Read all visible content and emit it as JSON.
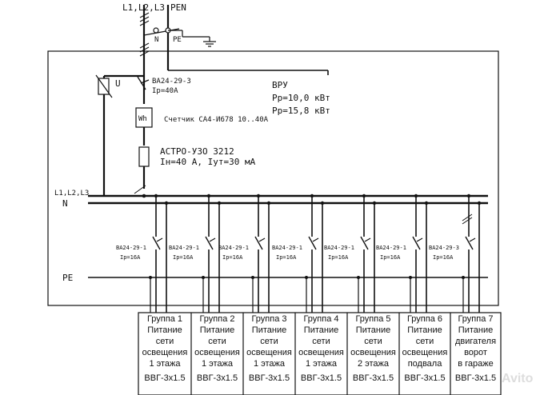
{
  "top": {
    "phases_label": "L1,L2,L3",
    "pen_label": "PEN",
    "n_label": "N",
    "pe_label": "PE"
  },
  "vru": {
    "title": "ВРУ",
    "pr": "Рр=10,0 кВт",
    "pp": "Рр=15,8 кВт"
  },
  "surge": {
    "label": "U"
  },
  "main_breaker": {
    "model": "ВА24-29-3",
    "current": "Iр=40А"
  },
  "meter": {
    "symbol": "Wh",
    "label": "Счетчик СА4-И678 10..40А"
  },
  "rcd": {
    "model": "АСТРО-УЗО 3212",
    "params": "Iн=40 А, Iут=30 мА"
  },
  "bus": {
    "phases_label": "L1,L2,L3",
    "n_label": "N",
    "pe_label": "PE"
  },
  "breakers": [
    {
      "model": "ВА24-29-1",
      "current": "Iр=16А"
    },
    {
      "model": "ВА24-29-1",
      "current": "Iр=16А"
    },
    {
      "model": "ВА24-29-1",
      "current": "Iр=16А"
    },
    {
      "model": "ВА24-29-1",
      "current": "Iр=16А"
    },
    {
      "model": "ВА24-29-1",
      "current": "Iр=16А"
    },
    {
      "model": "ВА24-29-1",
      "current": "Iр=16А"
    },
    {
      "model": "ВА24-29-3",
      "current": "Iр=16А"
    }
  ],
  "groups": [
    {
      "title": "Группа 1",
      "l1": "Питание",
      "l2": "сети",
      "l3": "освещения",
      "l4": "1 этажа",
      "cable": "ВВГ-3х1.5"
    },
    {
      "title": "Группа 2",
      "l1": "Питание",
      "l2": "сети",
      "l3": "освещения",
      "l4": "1 этажа",
      "cable": "ВВГ-3х1.5"
    },
    {
      "title": "Группа 3",
      "l1": "Питание",
      "l2": "сети",
      "l3": "освещения",
      "l4": "1 этажа",
      "cable": "ВВГ-3х1.5"
    },
    {
      "title": "Группа 4",
      "l1": "Питание",
      "l2": "сети",
      "l3": "освещения",
      "l4": "1 этажа",
      "cable": "ВВГ-3х1.5"
    },
    {
      "title": "Группа 5",
      "l1": "Питание",
      "l2": "сети",
      "l3": "освещения",
      "l4": "2 этажа",
      "cable": "ВВГ-3х1.5"
    },
    {
      "title": "Группа 6",
      "l1": "Питание",
      "l2": "сети",
      "l3": "освещения",
      "l4": "подвала",
      "cable": "ВВГ-3х1.5"
    },
    {
      "title": "Группа 7",
      "l1": "Питание",
      "l2": "двигателя",
      "l3": "ворот",
      "l4": "в гараже",
      "cable": "ВВГ-3х1.5"
    }
  ],
  "watermark": "Avito"
}
